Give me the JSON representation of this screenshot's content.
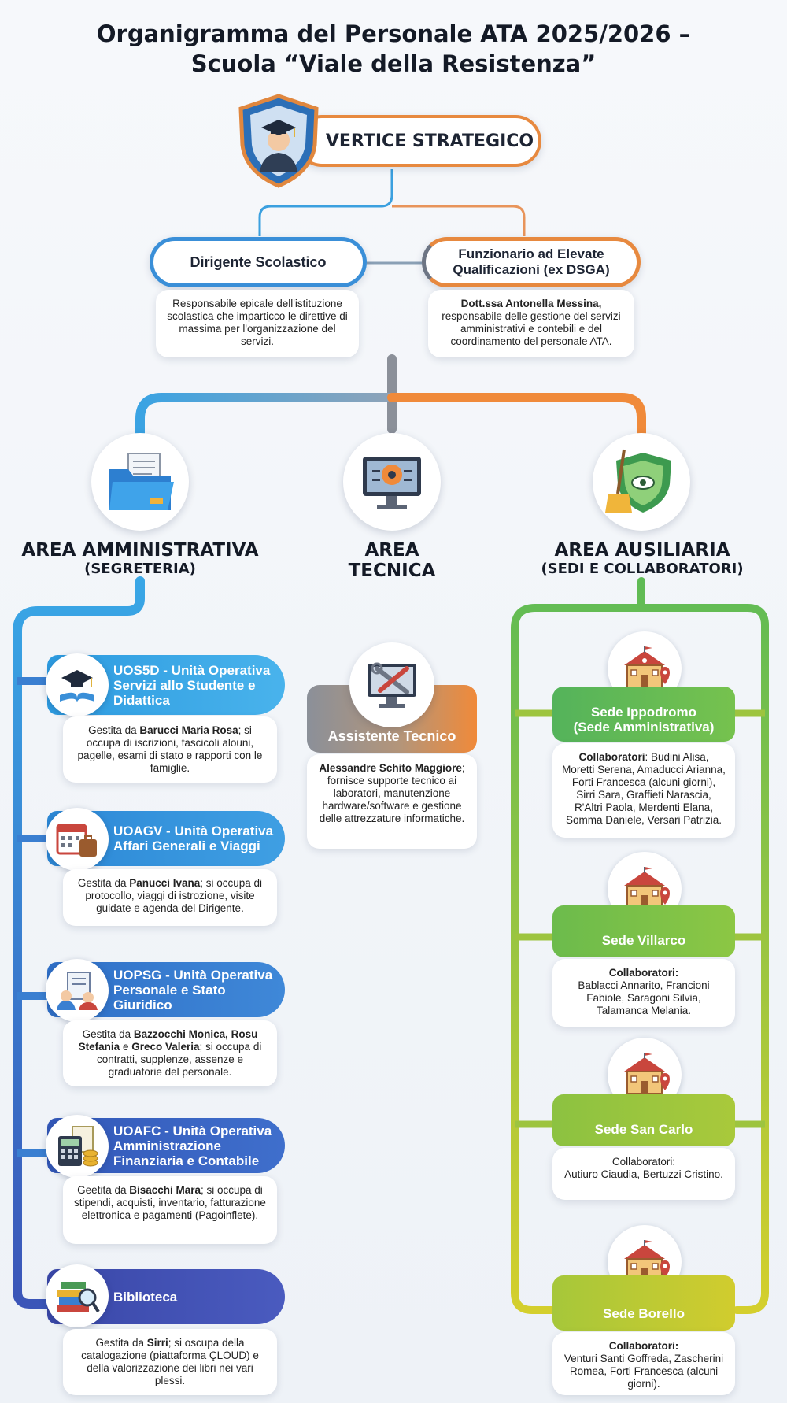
{
  "title": {
    "line1": "Organigramma del Personale ATA 2025/2026 –",
    "line2": "Scuola “Viale della Resistenza”"
  },
  "vertice": {
    "label": "VERTICE STRATEGICO",
    "icon": "graduate-shield-icon"
  },
  "dirigente": {
    "label": "Dirigente Scolastico",
    "description": "Responsabile epicale dell'istituzione scolastica che imparticco le direttive di massima per l'organizzazione del servizi."
  },
  "funzionario": {
    "label_line1": "Funzionario ad Elevate",
    "label_line2": "Qualificazioni (ex DSGA)",
    "name": "Dott.ssa Antonella Messina,",
    "description": "responsabile delle gestione del servizi amministrativi e contebili e del coordinamento del personale ATA."
  },
  "areas": {
    "amministrativa": {
      "title": "AREA AMMINISTRATIVA",
      "subtitle": "(SEGRETERIA)",
      "icon": "folder-documents-icon",
      "color": "#2f8fd9"
    },
    "tecnica": {
      "title_line1": "AREA",
      "title_line2": "TECNICA",
      "icon": "computer-gear-icon",
      "color": "#8a8f99"
    },
    "ausiliaria": {
      "title": "AREA AUSILIARIA",
      "subtitle": "(SEDI E COLLABORATORI)",
      "icon": "broom-shield-icon",
      "color": "#7cc04a"
    }
  },
  "units": [
    {
      "title": "UOS5D - Unità Operativa Servizi allo Studente e Didattica",
      "managed_prefix": "Gestita da ",
      "managed_by": "Barucci Maria Rosa",
      "description": "; si occupa di iscrizioni, fascicoli alouni, pagelle, esami di stato e rapporti con le famiglie.",
      "icon": "graduation-book-icon"
    },
    {
      "title": "UOAGV - Unità Operativa Affari Generali e Viaggi",
      "managed_prefix": "Gestita da ",
      "managed_by": "Panucci Ivana",
      "description": "; si occupa di protocollo, viaggi di istrozione, visite guidate e agenda del Dirigente.",
      "icon": "calendar-suitcase-icon"
    },
    {
      "title": "UOPSG - Unità Operativa Personale e Stato Giuridico",
      "managed_prefix": "Gestita da ",
      "managed_by": "Bazzocchi Monica, Rosu Stefania",
      "managed_joiner": " e ",
      "managed_by2": "Greco Valeria",
      "description": "; si occupa di contratti, supplenze, assenze e graduatorie del personale.",
      "icon": "personnel-document-icon"
    },
    {
      "title": "UOAFC - Unità Operativa Amministrazione Finanziaria e Contabile",
      "managed_prefix": "Geetita da ",
      "managed_by": "Bisacchi Mara",
      "description": "; si occupa di stipendi, acquisti, inventario, fatturazione elettronica e pagamenti (Pagoinflete).",
      "icon": "calculator-coins-icon"
    },
    {
      "title": "Biblioteca",
      "managed_prefix": "Gestita da ",
      "managed_by": "Sirri",
      "description": "; si oscupa della catalogazione (piattaforma ÇLOUD) e della valorizzazione dei libri nei vari plessi.",
      "icon": "books-magnifier-icon"
    }
  ],
  "tecnico": {
    "label": "Assistente Tecnico",
    "name": "Alessandre Schito Maggiore",
    "description": "; fornisce supporte tecnico ai laboratori, manutenzione hardware/software e gestione delle attrezzature informatiche.",
    "icon": "tools-monitor-icon"
  },
  "sedi": [
    {
      "title_line1": "Sede Ippodromo",
      "title_line2": "(Sede Amministrativa)",
      "collab_label": "Collaboratori",
      "collab_sep": ": ",
      "members": "Budini Alisa, Moretti Serena, Amaducci Arianna, Forti Francesca (alcuni giorni), Sirri Sara, Graffieti Narascia, R'Altri Paola, Merdenti Elana, Somma Daniele, Versari Patrizia."
    },
    {
      "title_line1": "Sede Villarco",
      "title_line2": "",
      "collab_label": "Collaboratori:",
      "collab_sep": "",
      "members": "Bablacci Annarito, Francioni Fabiole, Saragoni Silvia, Talamanca Melania."
    },
    {
      "title_line1": "Sede San Carlo",
      "title_line2": "",
      "collab_label": "Collaboratori",
      "collab_sep": ":",
      "members": "Autiuro Ciaudia, Bertuzzi Cristino."
    },
    {
      "title_line1": "Sede Borello",
      "title_line2": "",
      "collab_label": "Collaboratori:",
      "collab_sep": "",
      "members": "Venturi Santi Goffreda, Zascherini Romea, Forti Francesca (alcuni giorni)."
    }
  ],
  "colors": {
    "admin_blue_top": "#39a7e6",
    "admin_blue_bottom": "#3b55b8",
    "tech_gray": "#8b9099",
    "tech_orange": "#f08a3a",
    "aux_green": "#6cbf4f",
    "aux_yellow": "#d8cf2c"
  }
}
